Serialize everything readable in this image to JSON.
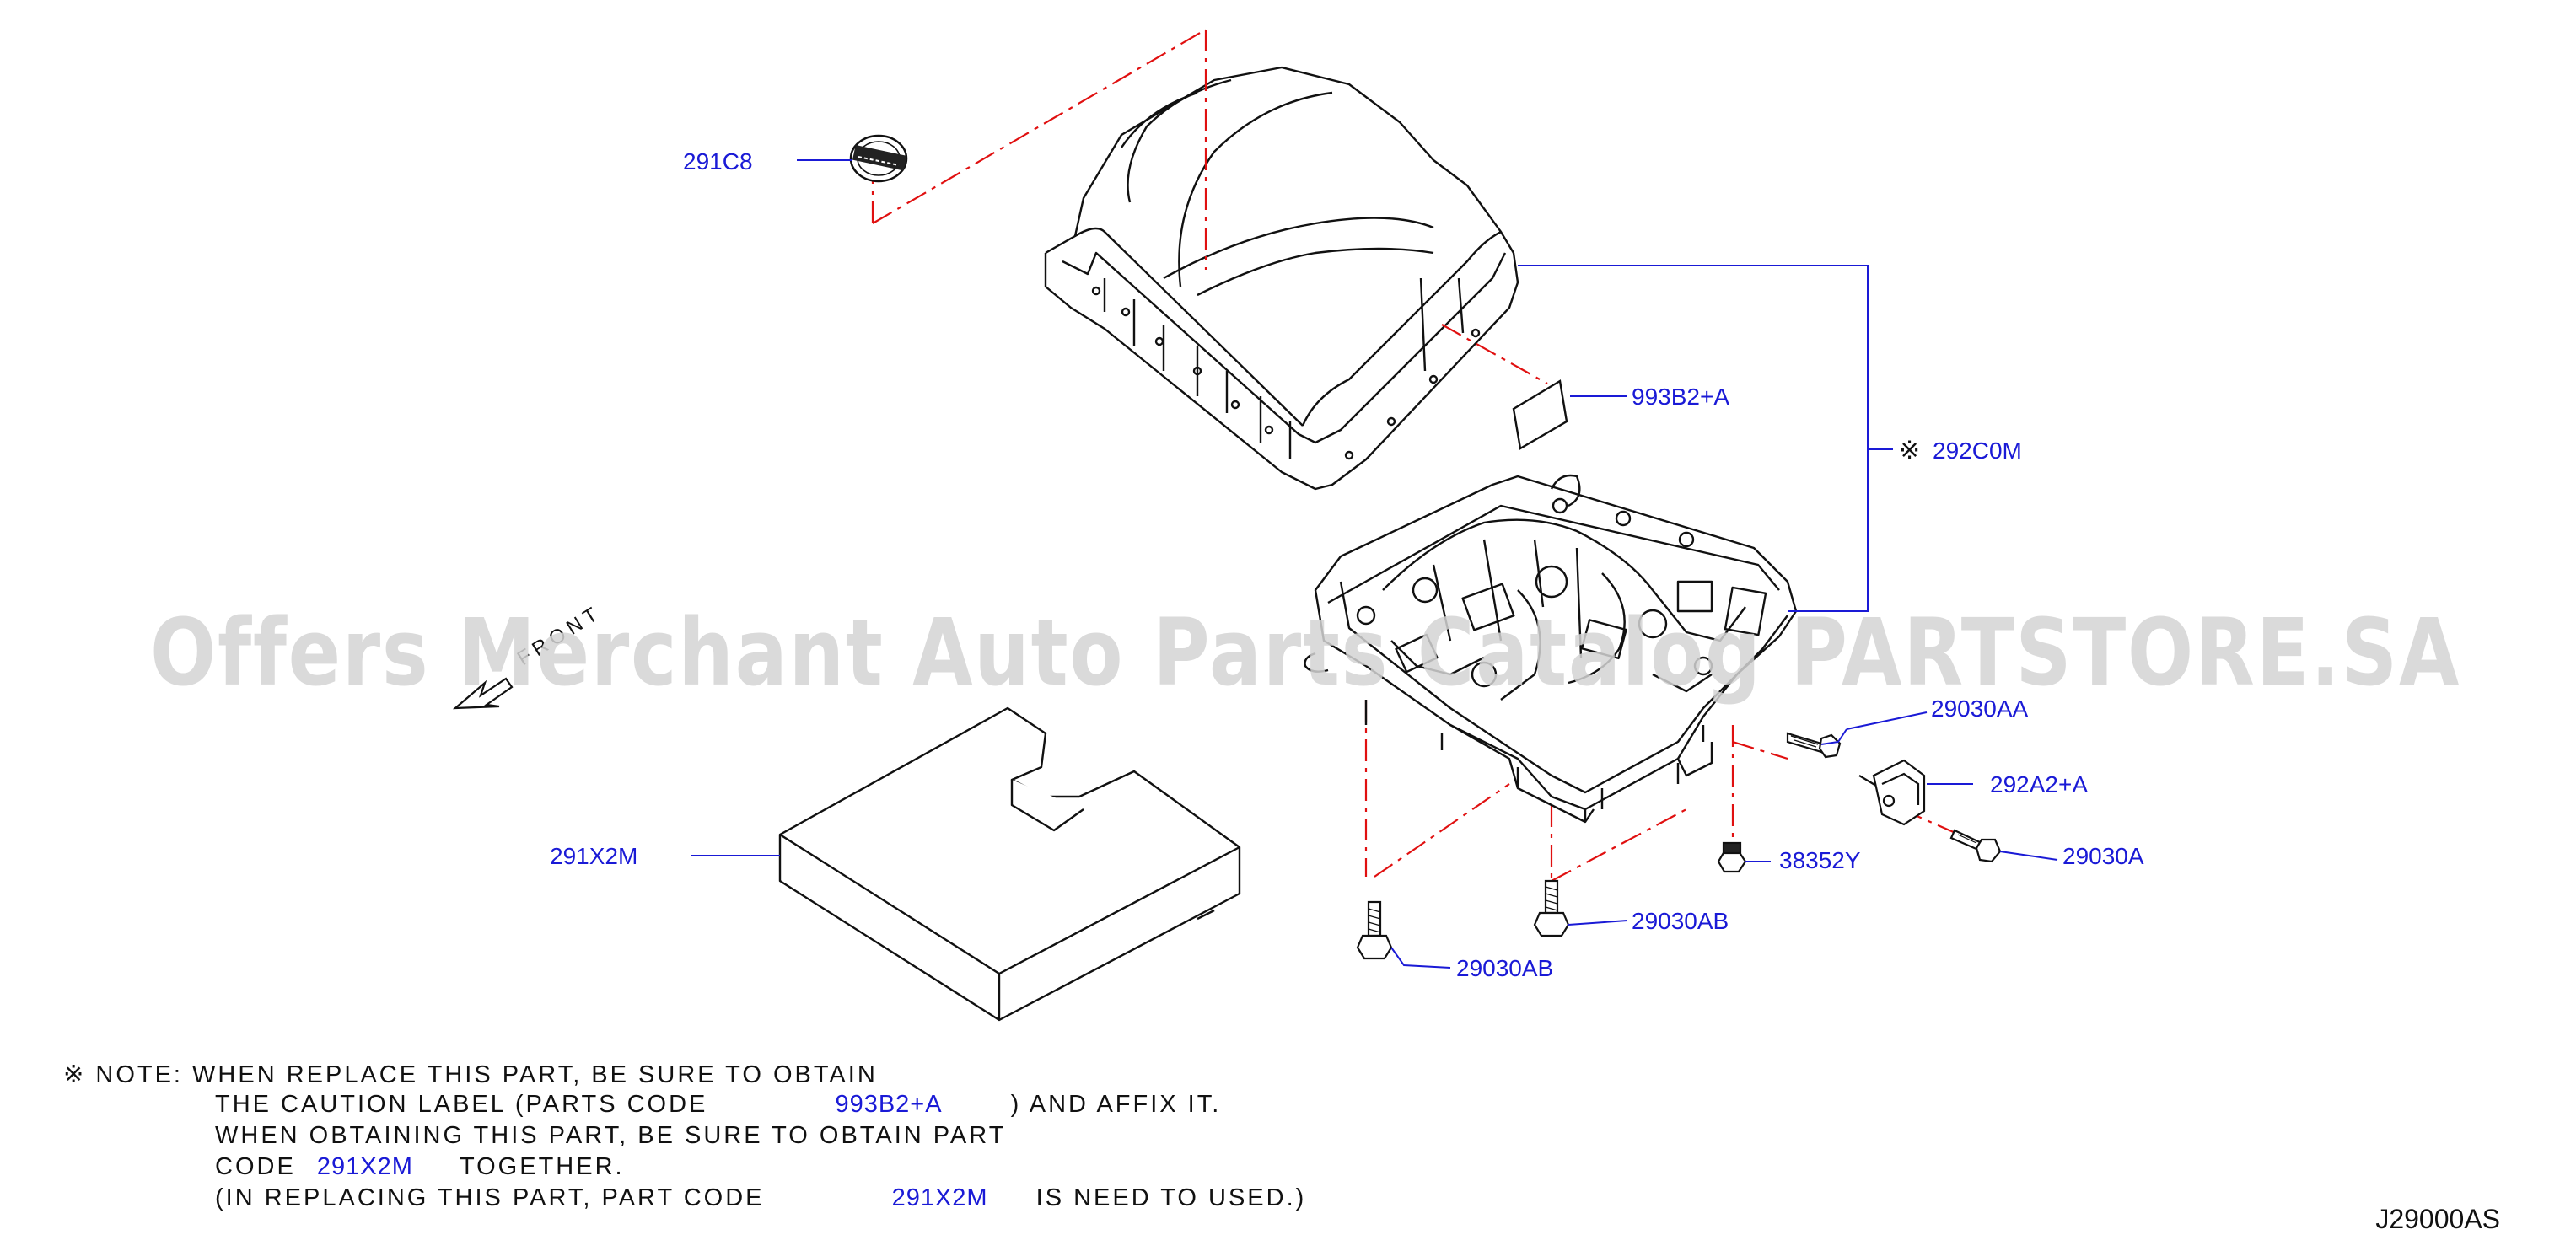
{
  "watermark": "Offers Merchant Auto Parts Catalog PARTSTORE.SA",
  "front_marker": "FRONT",
  "callouts": {
    "emblem": "291C8",
    "caution_label": "993B2+A",
    "valve_body": "292C0M",
    "cover": "291X2M",
    "bolt_aa": "29030AA",
    "sensor": "292A2+A",
    "bolt_a": "29030A",
    "nut": "38352Y",
    "bolt_ab_upper": "29030AB",
    "bolt_ab_lower": "29030AB"
  },
  "note": {
    "symbol": "※",
    "line1": "NOTE:  WHEN  REPLACE  THIS  PART,  BE  SURE  TO  OBTAIN",
    "line2_a": "THE  CAUTION  LABEL  (PARTS  CODE",
    "line2_code": "993B2+A",
    "line2_b": ")  AND  AFFIX  IT.",
    "line3": "WHEN  OBTAINING  THIS  PART,  BE  SURE  TO  OBTAIN  PART",
    "line4_a": "CODE",
    "line4_code": "291X2M",
    "line4_b": "TOGETHER.",
    "line5_a": "(IN  REPLACING  THIS  PART,  PART  CODE",
    "line5_code": "291X2M",
    "line5_b": "IS  NEED  TO  USED.)"
  },
  "figure_id": "J29000AS",
  "colors": {
    "callout": "#1a1ad6",
    "dashed_leader": "#e01010",
    "outline": "#111111",
    "watermark": "#d4d4d4"
  }
}
